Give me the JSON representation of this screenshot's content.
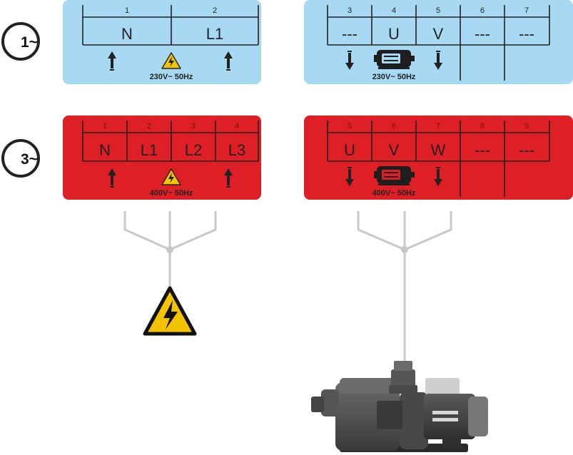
{
  "phases": [
    {
      "label": "1~",
      "panel_color": "#a7d9f3",
      "supply": {
        "numbers": [
          "1",
          "2"
        ],
        "terminals": [
          "N",
          "L1"
        ],
        "voltage": "230V~ 50Hz",
        "icons": [
          "arrow-up-icon",
          "warning-icon",
          "arrow-up-icon"
        ]
      },
      "motor": {
        "numbers": [
          "3",
          "4",
          "5",
          "6",
          "7"
        ],
        "terminals": [
          "---",
          "U",
          "V",
          "---",
          "---"
        ],
        "voltage": "230V~ 50Hz",
        "icons": [
          "arrow-down-icon",
          "motor-icon",
          "arrow-down-icon"
        ]
      }
    },
    {
      "label": "3~",
      "panel_color": "#df1f26",
      "supply": {
        "numbers": [
          "1",
          "2",
          "3",
          "4"
        ],
        "terminals": [
          "N",
          "L1",
          "L2",
          "L3"
        ],
        "voltage": "400V~ 50Hz",
        "icons": [
          "arrow-up-icon",
          "warning-icon",
          "arrow-up-icon"
        ]
      },
      "motor": {
        "numbers": [
          "5",
          "6",
          "7",
          "8",
          "9"
        ],
        "terminals": [
          "U",
          "V",
          "W",
          "---",
          "---"
        ],
        "voltage": "400V~ 50Hz",
        "icons": [
          "arrow-down-icon",
          "motor-icon",
          "arrow-down-icon"
        ]
      }
    }
  ],
  "icons": {
    "power": "high-voltage-warning-icon",
    "pump": "pump-icon"
  },
  "colors": {
    "wire": "#c8c8c8",
    "warning": "#f5c400",
    "pump_body": "#555555"
  }
}
